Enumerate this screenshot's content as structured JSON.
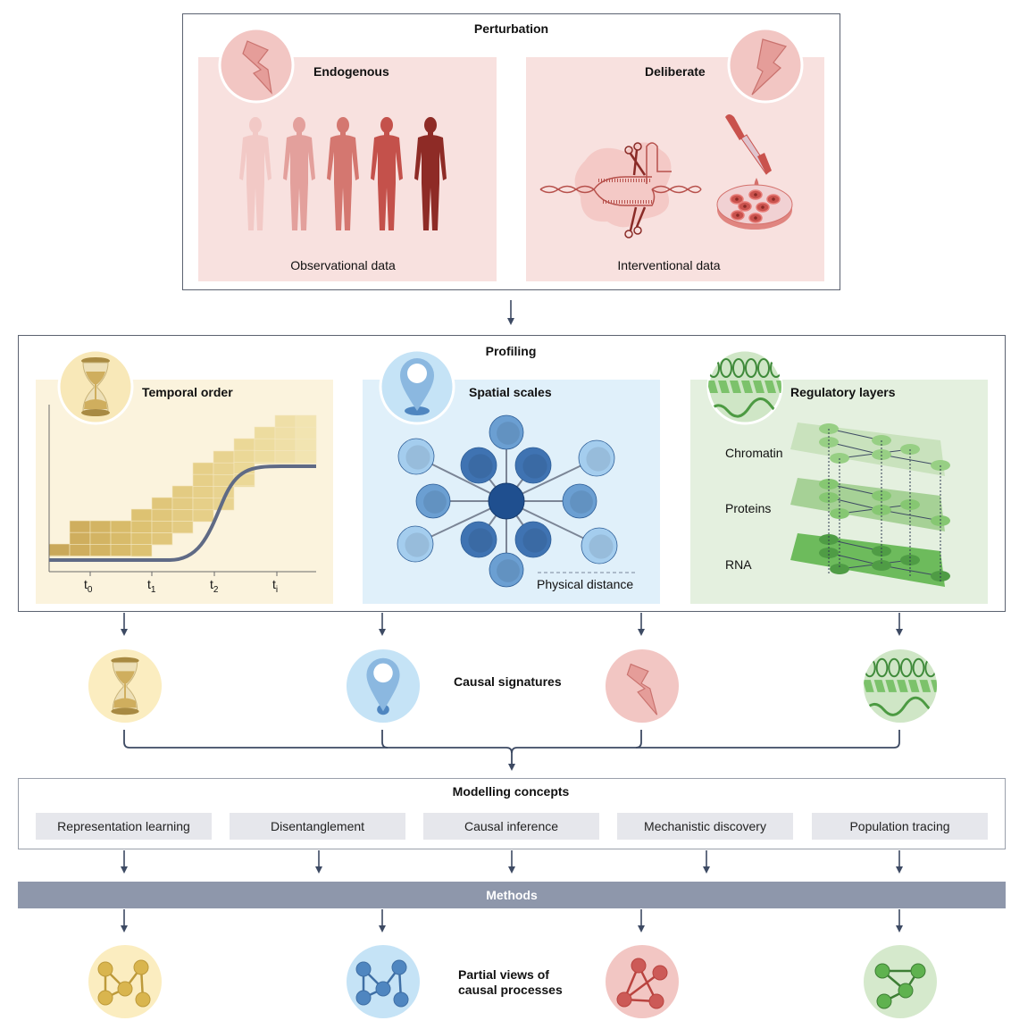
{
  "perturbation": {
    "title": "Perturbation",
    "endogenous": {
      "heading": "Endogenous",
      "caption": "Observational data",
      "icon": "lightning-bolt-icon"
    },
    "deliberate": {
      "heading": "Deliberate",
      "caption": "Interventional data",
      "icon": "lightning-bolt-icon"
    },
    "colors": {
      "panel": "#f8e1df",
      "accent": "#c9504f",
      "human_shades": [
        "#f2c9c6",
        "#e3a09c",
        "#d47770",
        "#c4514b",
        "#8e2b26"
      ]
    }
  },
  "profiling": {
    "title": "Profiling",
    "temporal": {
      "heading": "Temporal order",
      "icon": "hourglass-icon",
      "ticks": [
        "t",
        "t",
        "t",
        "t"
      ],
      "tick_subscripts": [
        "0",
        "1",
        "2",
        "i"
      ],
      "color": "#fbf3dd"
    },
    "spatial": {
      "heading": "Spatial scales",
      "icon": "location-pin-icon",
      "legend": "Physical distance",
      "color": "#e0f0fa"
    },
    "regulatory": {
      "heading": "Regulatory layers",
      "icon": "dna-helix-icon",
      "layers": [
        "Chromatin",
        "Proteins",
        "RNA"
      ],
      "color": "#e4f0df"
    }
  },
  "causal_signatures": {
    "label": "Causal signatures",
    "icons": [
      "hourglass-icon",
      "location-pin-icon",
      "lightning-bolt-icon",
      "dna-helix-icon"
    ]
  },
  "modelling": {
    "title": "Modelling concepts",
    "concepts": [
      "Representation learning",
      "Disentanglement",
      "Causal inference",
      "Mechanistic discovery",
      "Population tracing"
    ]
  },
  "methods": {
    "label": "Methods",
    "color": "#8e97ab"
  },
  "partial_views": {
    "line1": "Partial views of",
    "line2": "causal processes",
    "graphs": [
      "yellow-graph-icon",
      "blue-graph-icon",
      "red-graph-icon",
      "green-graph-icon"
    ]
  }
}
